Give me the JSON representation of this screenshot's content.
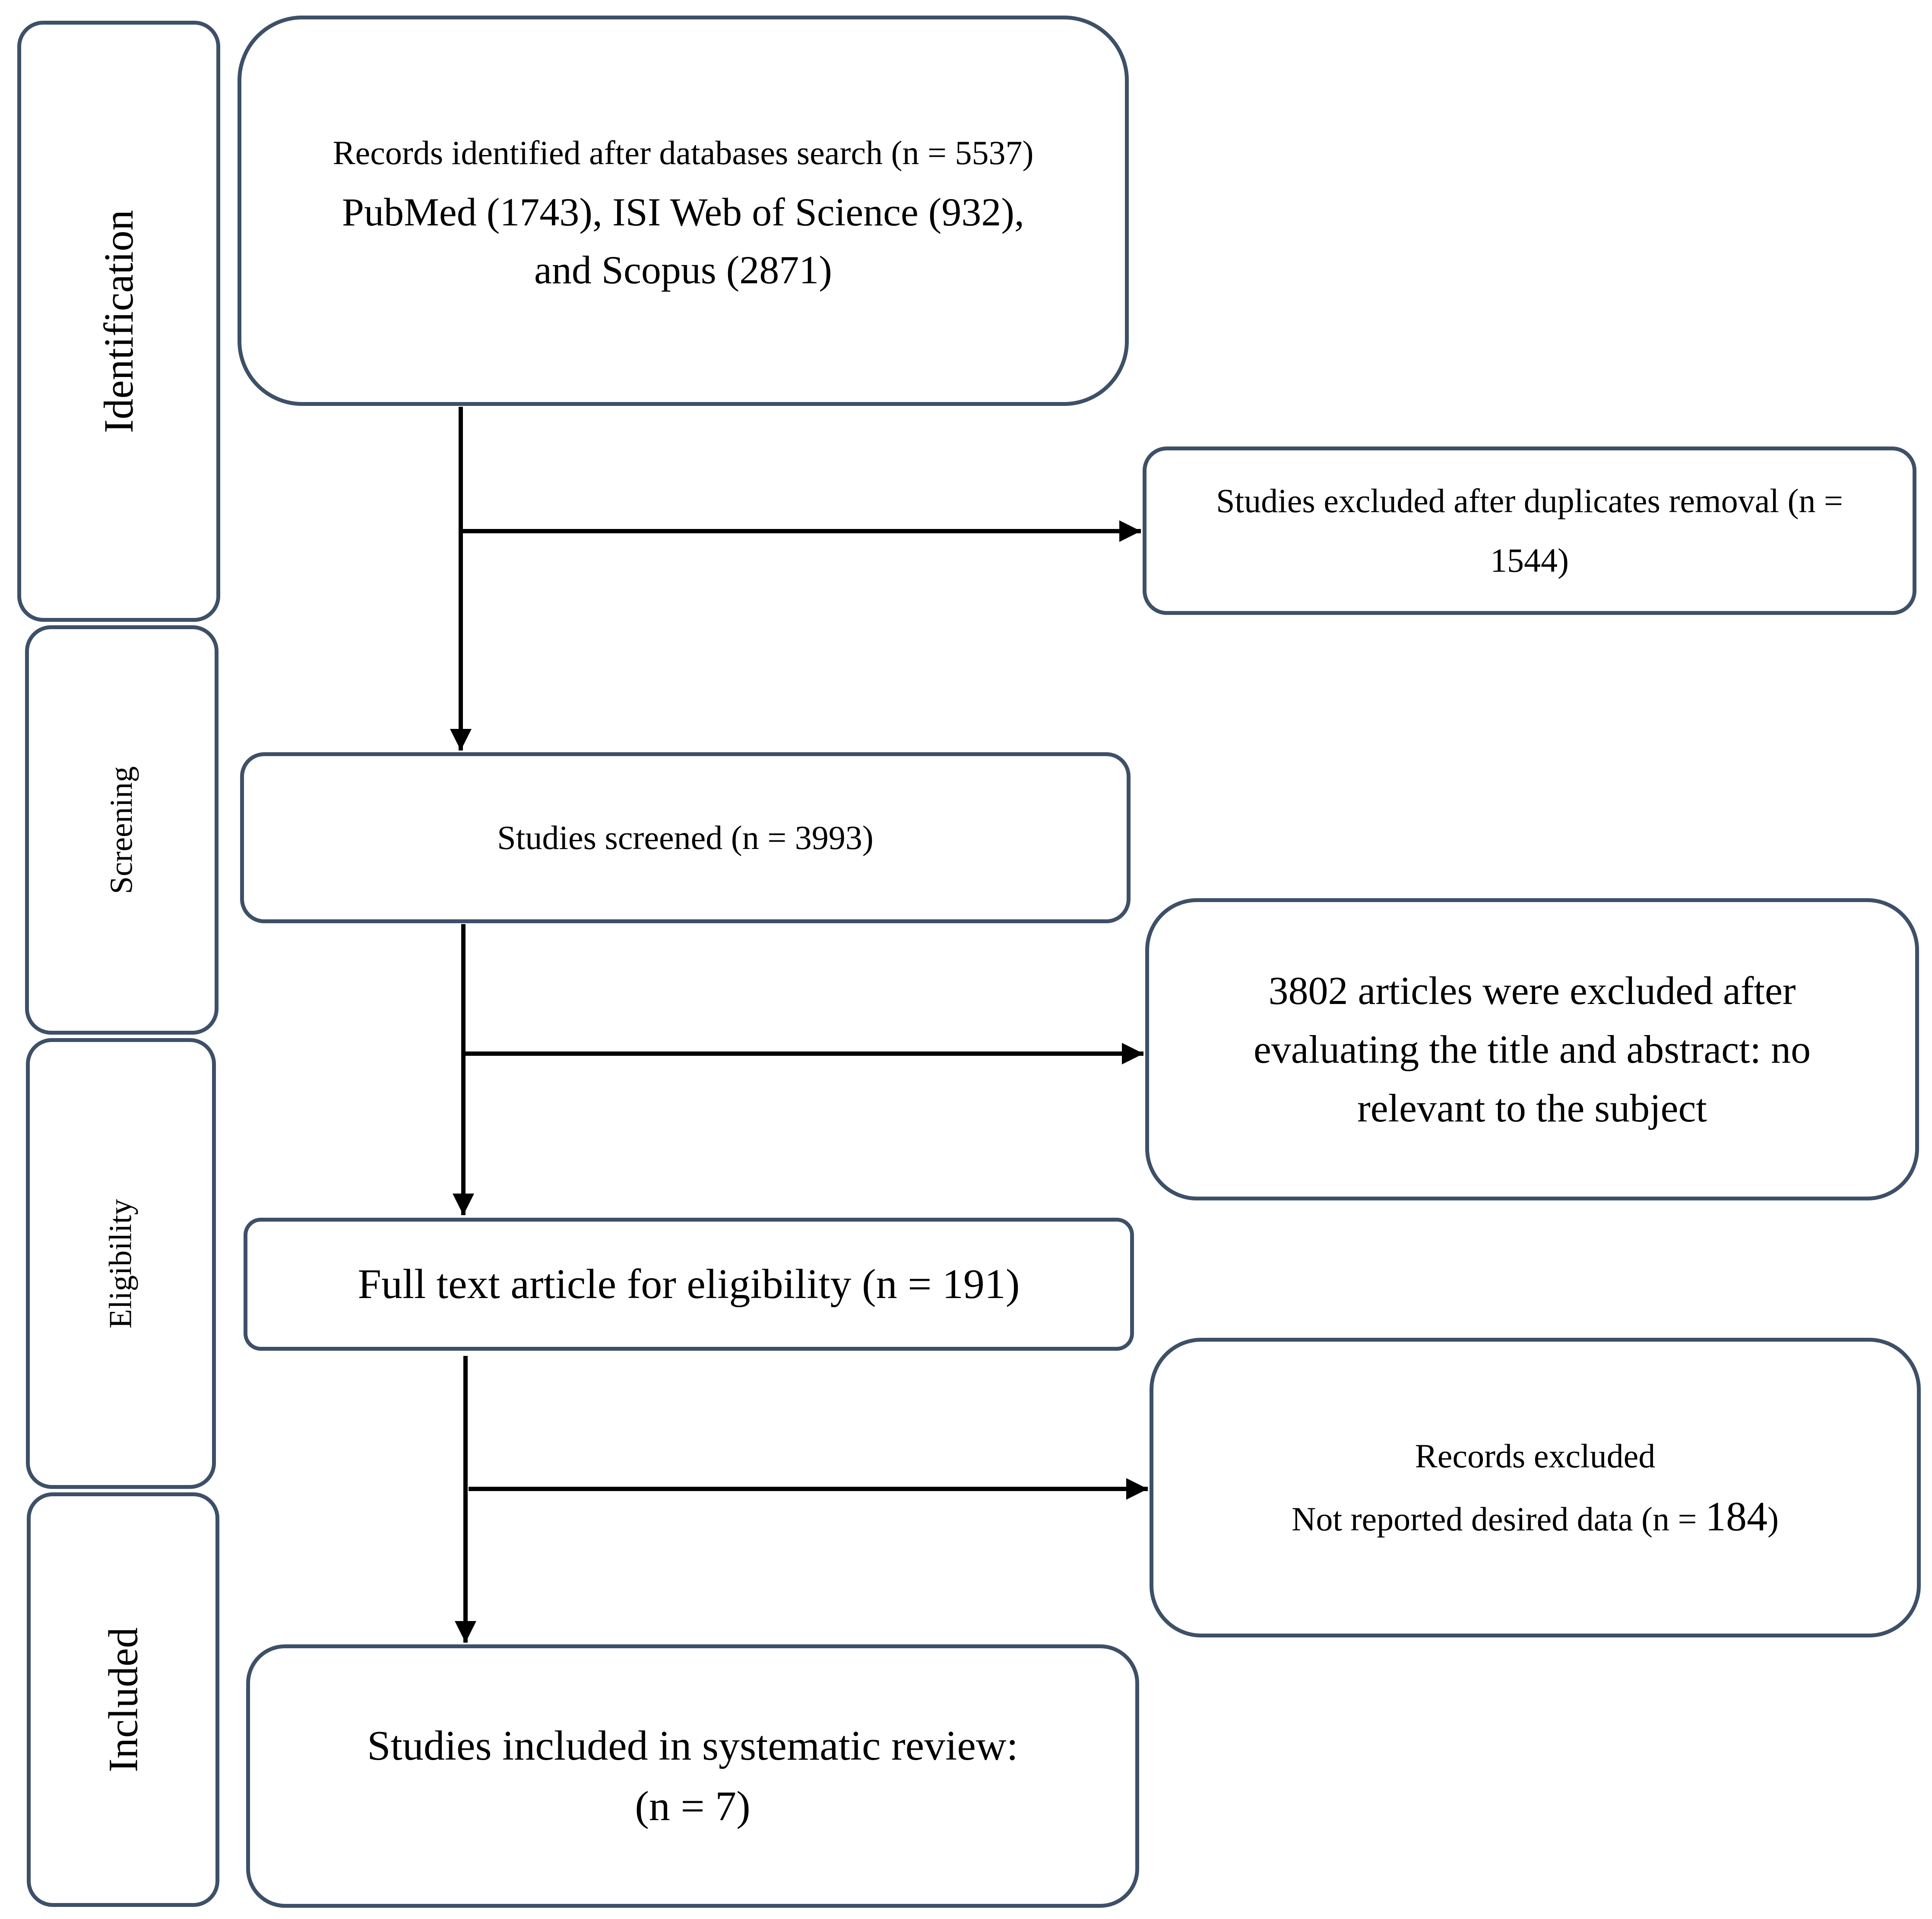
{
  "stages": {
    "identification": "Identification",
    "screening": "Screening",
    "eligibility": "Eligibility",
    "included": "Included"
  },
  "boxes": {
    "records_identified": {
      "line1": "Records identified after databases search (n = 5537)",
      "line2": "PubMed (1743), ISI Web of Science (932),",
      "line3": "and Scopus (2871)"
    },
    "duplicates_excluded": {
      "line1": "Studies excluded after duplicates removal (n =",
      "line2": "1544)"
    },
    "screened": {
      "line1": "Studies screened (n = 3993)"
    },
    "title_abstract_excluded": {
      "line1": "3802 articles were excluded after",
      "line2": "evaluating the title and abstract: no",
      "line3": "relevant to the subject"
    },
    "full_text": {
      "line1": "Full text article for eligibility (n = 191)"
    },
    "records_excluded": {
      "line1": "Records excluded",
      "line2_prefix": "Not reported desired data (n = ",
      "line2_value": "184",
      "line2_suffix": ")"
    },
    "included": {
      "line1": "Studies included in systematic review:",
      "line2": "(n = 7)"
    }
  },
  "colors": {
    "border": "#3d5068",
    "arrow": "#000000"
  }
}
